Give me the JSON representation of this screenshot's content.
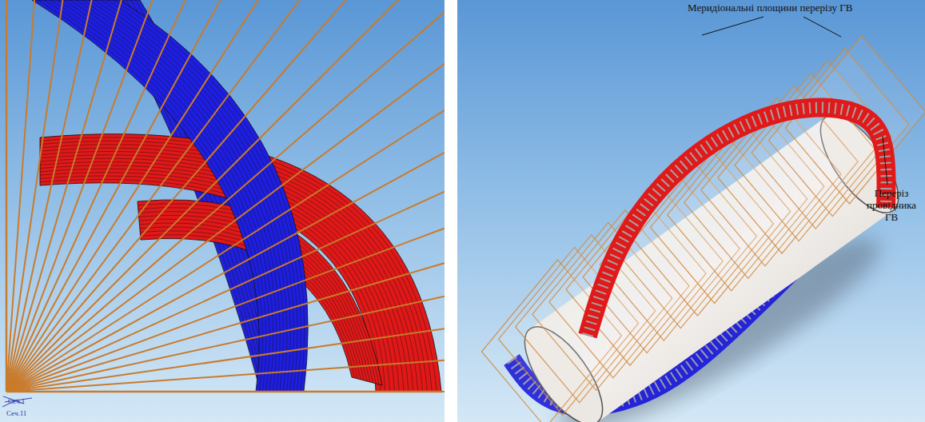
{
  "diagram": {
    "labels": [
      "Меридіональні площини перерізу ГВ",
      "Переріз провідника ГВ",
      "Сеч.1",
      "Сеч.11"
    ]
  }
}
